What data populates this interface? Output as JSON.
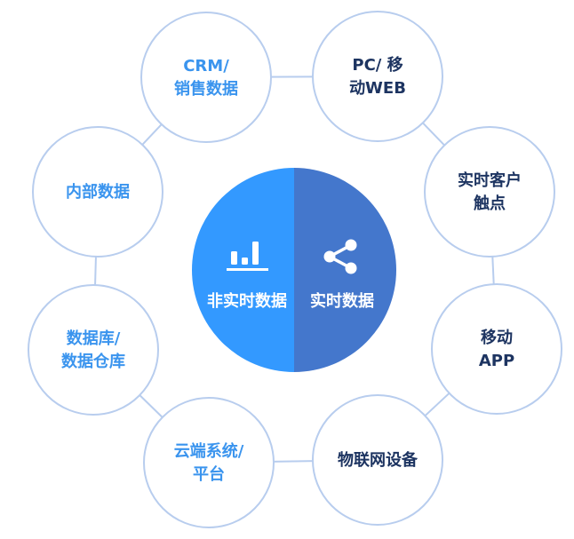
{
  "diagram": {
    "colors": {
      "non_realtime_fill": "#3399ff",
      "realtime_fill": "#4477cc",
      "node_border": "#b8cdee",
      "connector": "#b8cdee",
      "blue_text": "#3a94ee",
      "dark_text": "#1d3461",
      "center_text": "#ffffff"
    },
    "center": {
      "left": {
        "label": "非实时数据",
        "icon": "bar-chart-icon"
      },
      "right": {
        "label": "实时数据",
        "icon": "share-icon"
      }
    },
    "nodes": [
      {
        "id": "crm",
        "lines": [
          "CRM/",
          "销售数据"
        ],
        "group": "non_realtime"
      },
      {
        "id": "pc-web",
        "lines": [
          "PC/ 移",
          "动WEB"
        ],
        "group": "realtime"
      },
      {
        "id": "touchpoint",
        "lines": [
          "实时客户",
          "触点"
        ],
        "group": "realtime"
      },
      {
        "id": "mobile-app",
        "lines": [
          "移动",
          "APP"
        ],
        "group": "realtime"
      },
      {
        "id": "iot",
        "lines": [
          "物联网设备"
        ],
        "group": "realtime"
      },
      {
        "id": "cloud",
        "lines": [
          "云端系统/",
          "平台"
        ],
        "group": "non_realtime"
      },
      {
        "id": "database",
        "lines": [
          "数据库/",
          "数据仓库"
        ],
        "group": "non_realtime"
      },
      {
        "id": "internal",
        "lines": [
          "内部数据"
        ],
        "group": "non_realtime"
      }
    ]
  }
}
